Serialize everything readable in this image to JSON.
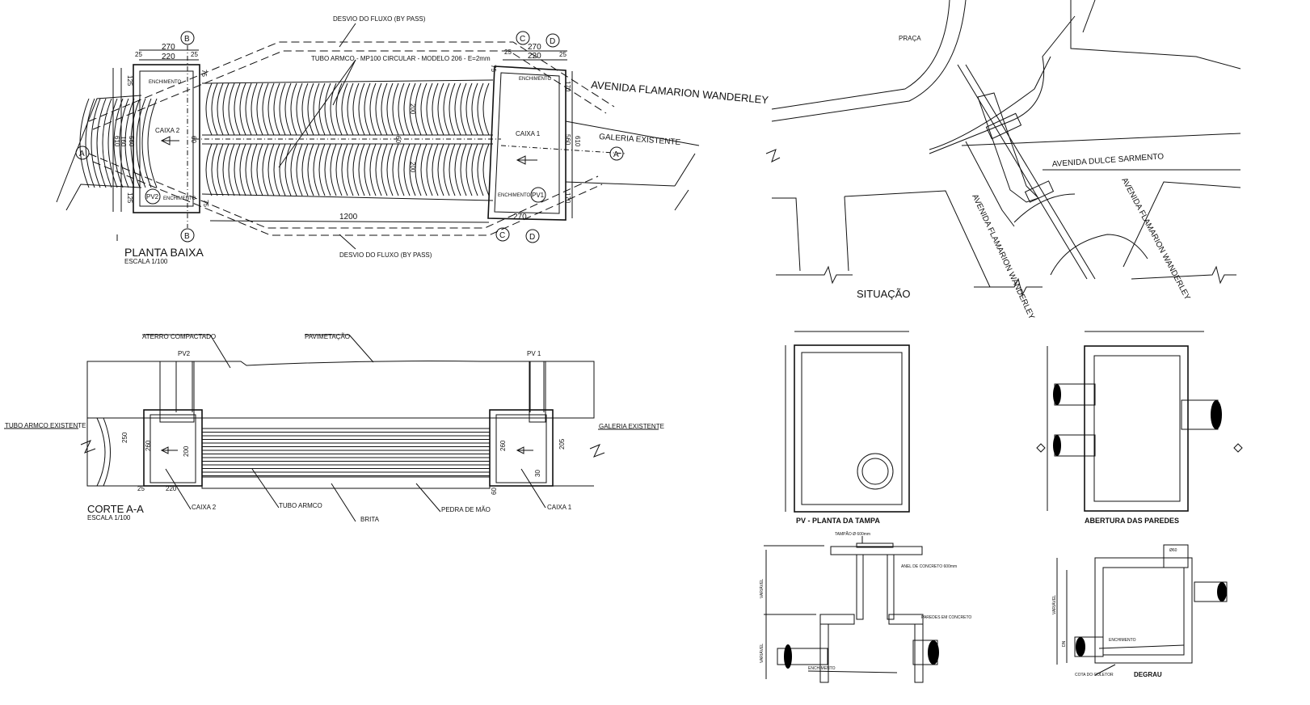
{
  "planta": {
    "bypass_top": "DESVIO DO FLUXO (BY PASS)",
    "bypass_bottom": "DESVIO DO FLUXO (BY PASS)",
    "tubo_label": "TUBO ARMCO - MP100 CIRCULAR - MODELO 206 - E=2mm",
    "avenida": "AVENIDA FLAMARION  WANDERLEY",
    "galeria": "GALERIA EXISTENTE",
    "caixa2": "CAIXA 2",
    "caixa1": "CAIXA 1",
    "enchimento": "ENCHIMENTO",
    "pv2": "PV2",
    "pv1": "PV1",
    "title": "PLANTA BAIXA",
    "scale": "ESCALA 1/100",
    "markers": {
      "a": "A",
      "b": "B",
      "c": "C",
      "d": "D"
    },
    "dims": {
      "d270": "270",
      "d220": "220",
      "d25": "25",
      "d1200": "1200",
      "d200": "200",
      "d60": "60",
      "d125": "125",
      "d75": "75",
      "d170": "170",
      "d560": "560",
      "d610": "610",
      "d160": "160"
    }
  },
  "situacao": {
    "praca": "PRAÇA",
    "dulce": "AVENIDA DULCE SARMENTO",
    "flamarion_1": "AVENIDA FLAMARION WANDERLEY",
    "flamarion_2": "AVENIDA FLAMARION WANDERLEY",
    "title": "SITUAÇÃO"
  },
  "corte": {
    "aterro": "ATERRO COMPACTADO",
    "pavimentacao": "PAVIMETAÇÃO",
    "pv2": "PV2",
    "pv1": "PV 1",
    "tubo_existente": "TUBO ARMCO EXISTENTE",
    "galeria": "GALERIA EXISTENTE",
    "title": "CORTE A-A",
    "scale": "ESCALA 1/100",
    "caixa2": "CAIXA 2",
    "tubo_armco": "TUBO ARMCO",
    "brita": "BRITA",
    "pedra": "PEDRA DE MÃO",
    "caixa1": "CAIXA 1",
    "dims": {
      "d250": "250",
      "d260": "260",
      "d200": "200",
      "d205": "205",
      "d30": "30",
      "d220": "220",
      "d25": "25",
      "d60": "60"
    }
  },
  "pv": {
    "tampa_title": "PV - PLANTA DA TAMPA",
    "abertura_title": "ABERTURA DAS PAREDES",
    "tampao": "TAMPÃO Ø 600mm",
    "anel": "ANEL DE CONCRETO 600mm",
    "paredes": "PAREDES EM CONCRETO",
    "enchimento": "ENCHIMENTO",
    "degrau": "DEGRAU",
    "cota": "COTA DO COLETOR",
    "variavel": "VARIÁVEL",
    "dn": "DN",
    "d60": "Ø60"
  }
}
